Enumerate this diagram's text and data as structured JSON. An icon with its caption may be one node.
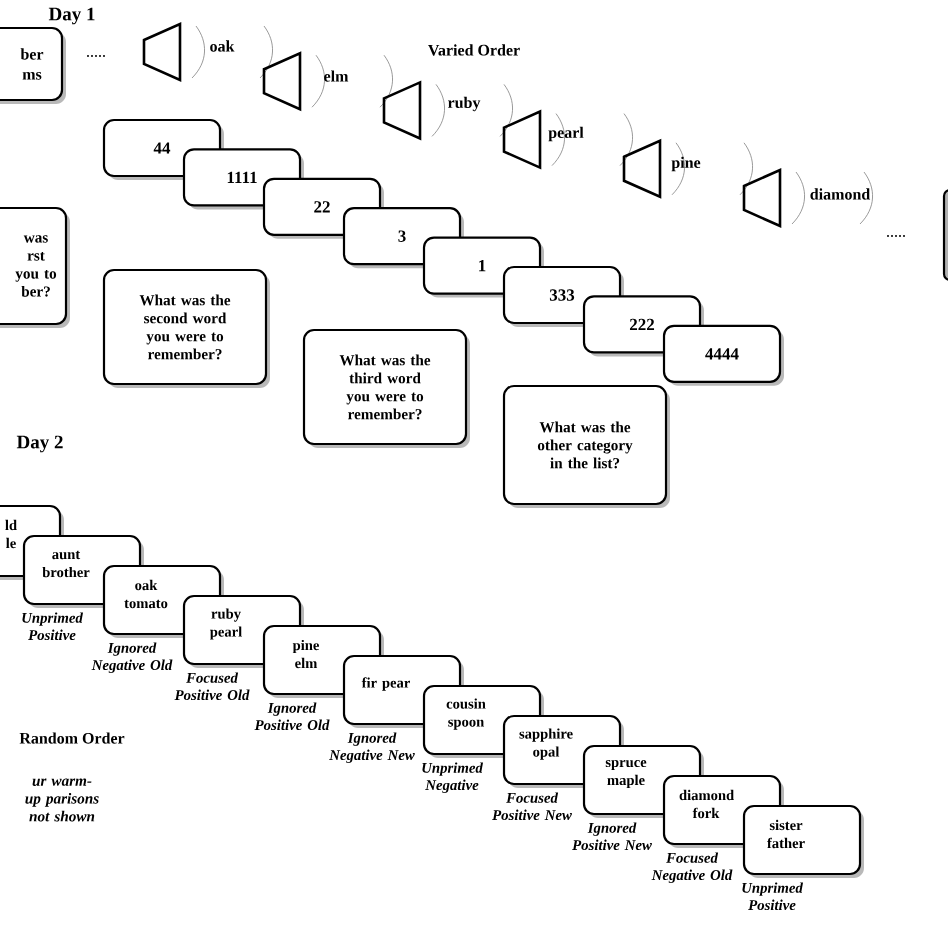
{
  "diagram": {
    "nodes": [
      {
        "text": [
          "ber ms"
        ]
      },
      {
        "text": [
          "44"
        ]
      },
      {
        "text": [
          "1111"
        ]
      },
      {
        "text": [
          "22"
        ]
      },
      {
        "text": [
          "3"
        ]
      },
      {
        "text": [
          "1"
        ]
      },
      {
        "text": [
          "333"
        ]
      },
      {
        "text": [
          "222"
        ]
      },
      {
        "text": [
          "4444"
        ]
      },
      {
        "text": [],
        "shape": "box"
      },
      {
        "text": [
          "was rst you to ber?"
        ]
      },
      {
        "text": [
          "What was the second word you were to remember?"
        ]
      },
      {
        "text": [
          "What was the third word you were to remember?"
        ]
      },
      {
        "text": [
          "What was the other category in the list?"
        ]
      },
      {
        "text": [
          "ld le"
        ]
      },
      {
        "text": [
          "aunt brother"
        ],
        "beside": [
          "Unprimed Positive"
        ]
      },
      {
        "text": [
          "oak tomato"
        ],
        "beside": [
          "Ignored Negative Old"
        ]
      },
      {
        "text": [
          "ruby pearl"
        ],
        "beside": [
          "Focused Positive Old"
        ]
      },
      {
        "text": [
          "pine elm"
        ],
        "beside": [
          "Ignored Positive Old"
        ]
      },
      {
        "text": [
          "fir pear"
        ],
        "beside": [
          "Ignored Negative New"
        ]
      },
      {
        "text": [
          "cousin spoon"
        ],
        "beside": [
          "Unprimed Negative"
        ]
      },
      {
        "text": [
          "sapphire opal"
        ],
        "beside": [
          "Focused Positive New"
        ]
      },
      {
        "text": [
          "spruce maple"
        ],
        "beside": [
          "Ignored Positive New"
        ]
      },
      {
        "text": [
          "diamond fork"
        ],
        "beside": [
          "Focused Negative Old"
        ]
      },
      {
        "text": [
          "sister father"
        ],
        "beside": [
          "Unprimed Positive"
        ]
      }
    ],
    "labels": [
      "Day 1",
      ".....",
      "oak",
      "elm",
      "Varied Order",
      "ruby",
      "pearl",
      "pine",
      "diamond",
      ".....",
      "Day 2",
      "Random Order",
      "ur warm-up parisons not shown"
    ]
  }
}
